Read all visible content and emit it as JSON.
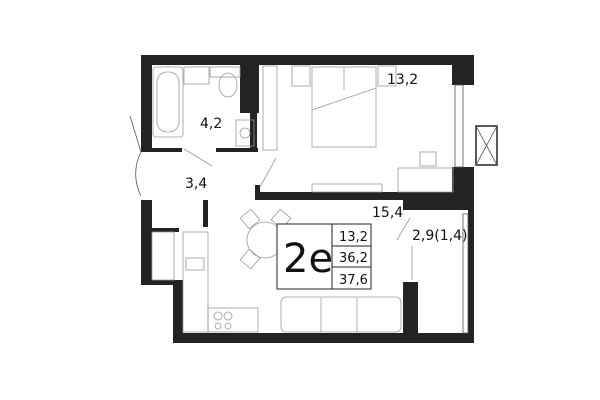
{
  "plan": {
    "apartment_type": "2e",
    "areas_summary": [
      "13,2",
      "36,2",
      "37,6"
    ],
    "rooms": {
      "bedroom": "13,2",
      "bathroom": "4,2",
      "hallway": "3,4",
      "kitchen_living": "15,4",
      "balcony": "2,9(1,4)"
    },
    "colors": {
      "wall": "#232323",
      "furniture": "#9a9a9a"
    }
  }
}
